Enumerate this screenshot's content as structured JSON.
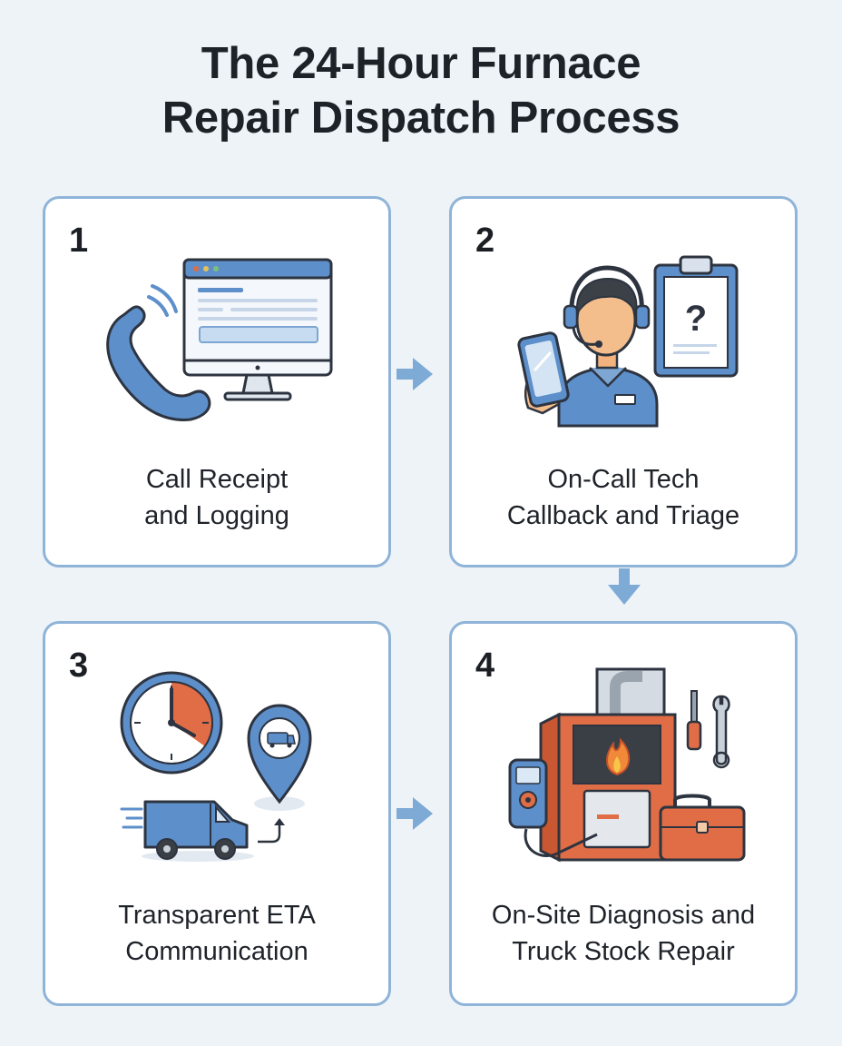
{
  "title_line1": "The 24-Hour Furnace",
  "title_line2": "Repair Dispatch Process",
  "steps": [
    {
      "number": "1",
      "label_line1": "Call Receipt",
      "label_line2": "and Logging",
      "icons": [
        "phone-icon",
        "computer-monitor-icon"
      ]
    },
    {
      "number": "2",
      "label_line1": "On-Call Tech",
      "label_line2": "Callback and Triage",
      "icons": [
        "technician-headset-icon",
        "smartphone-icon",
        "clipboard-question-icon"
      ]
    },
    {
      "number": "3",
      "label_line1": "Transparent ETA",
      "label_line2": "Communication",
      "icons": [
        "clock-icon",
        "map-pin-van-icon",
        "delivery-van-icon"
      ]
    },
    {
      "number": "4",
      "label_line1": "On-Site Diagnosis and",
      "label_line2": "Truck Stock Repair",
      "icons": [
        "furnace-icon",
        "multimeter-icon",
        "screwdriver-wrench-icon",
        "toolbox-icon"
      ]
    }
  ],
  "colors": {
    "background": "#eef3f8",
    "card_border": "#8fb4d8",
    "arrow": "#7eaad6",
    "accent_blue": "#5d8fcb",
    "accent_orange": "#e06d45"
  }
}
